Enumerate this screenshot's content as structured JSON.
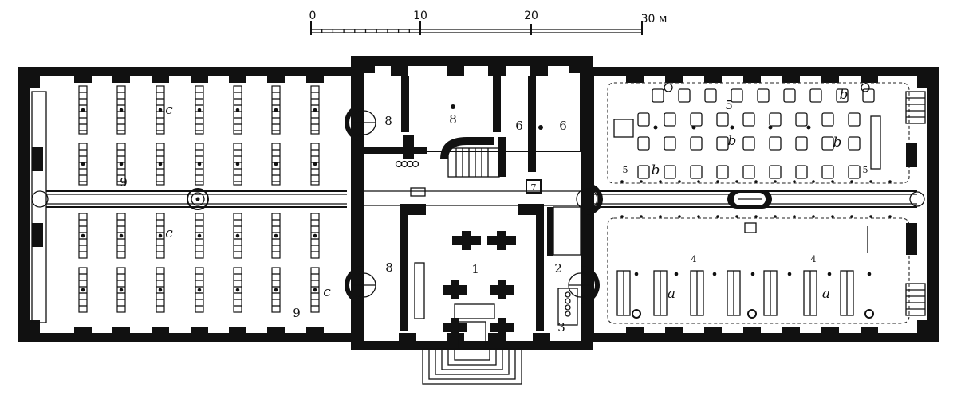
{
  "scale": {
    "ticks": [
      "0",
      "10",
      "20",
      "30 м"
    ]
  },
  "labels": {
    "room_1": "1",
    "room_2": "2",
    "room_3": "3",
    "room_4a": "4",
    "room_4b": "4",
    "room_5a": "5",
    "room_5b": "5",
    "room_5c": "5",
    "room_6a": "6",
    "room_6b": "6",
    "room_7": "7",
    "room_8a": "8",
    "room_8b": "8",
    "room_8c": "8",
    "room_9a": "9",
    "room_9b": "9",
    "letter_a1": "a",
    "letter_a2": "a",
    "letter_b1": "b",
    "letter_b2": "b",
    "letter_b3": "b",
    "letter_b4": "b",
    "letter_c1": "c",
    "letter_c2": "c",
    "letter_c3": "c"
  },
  "colors": {
    "ink": "#111111",
    "paper": "#ffffff"
  }
}
